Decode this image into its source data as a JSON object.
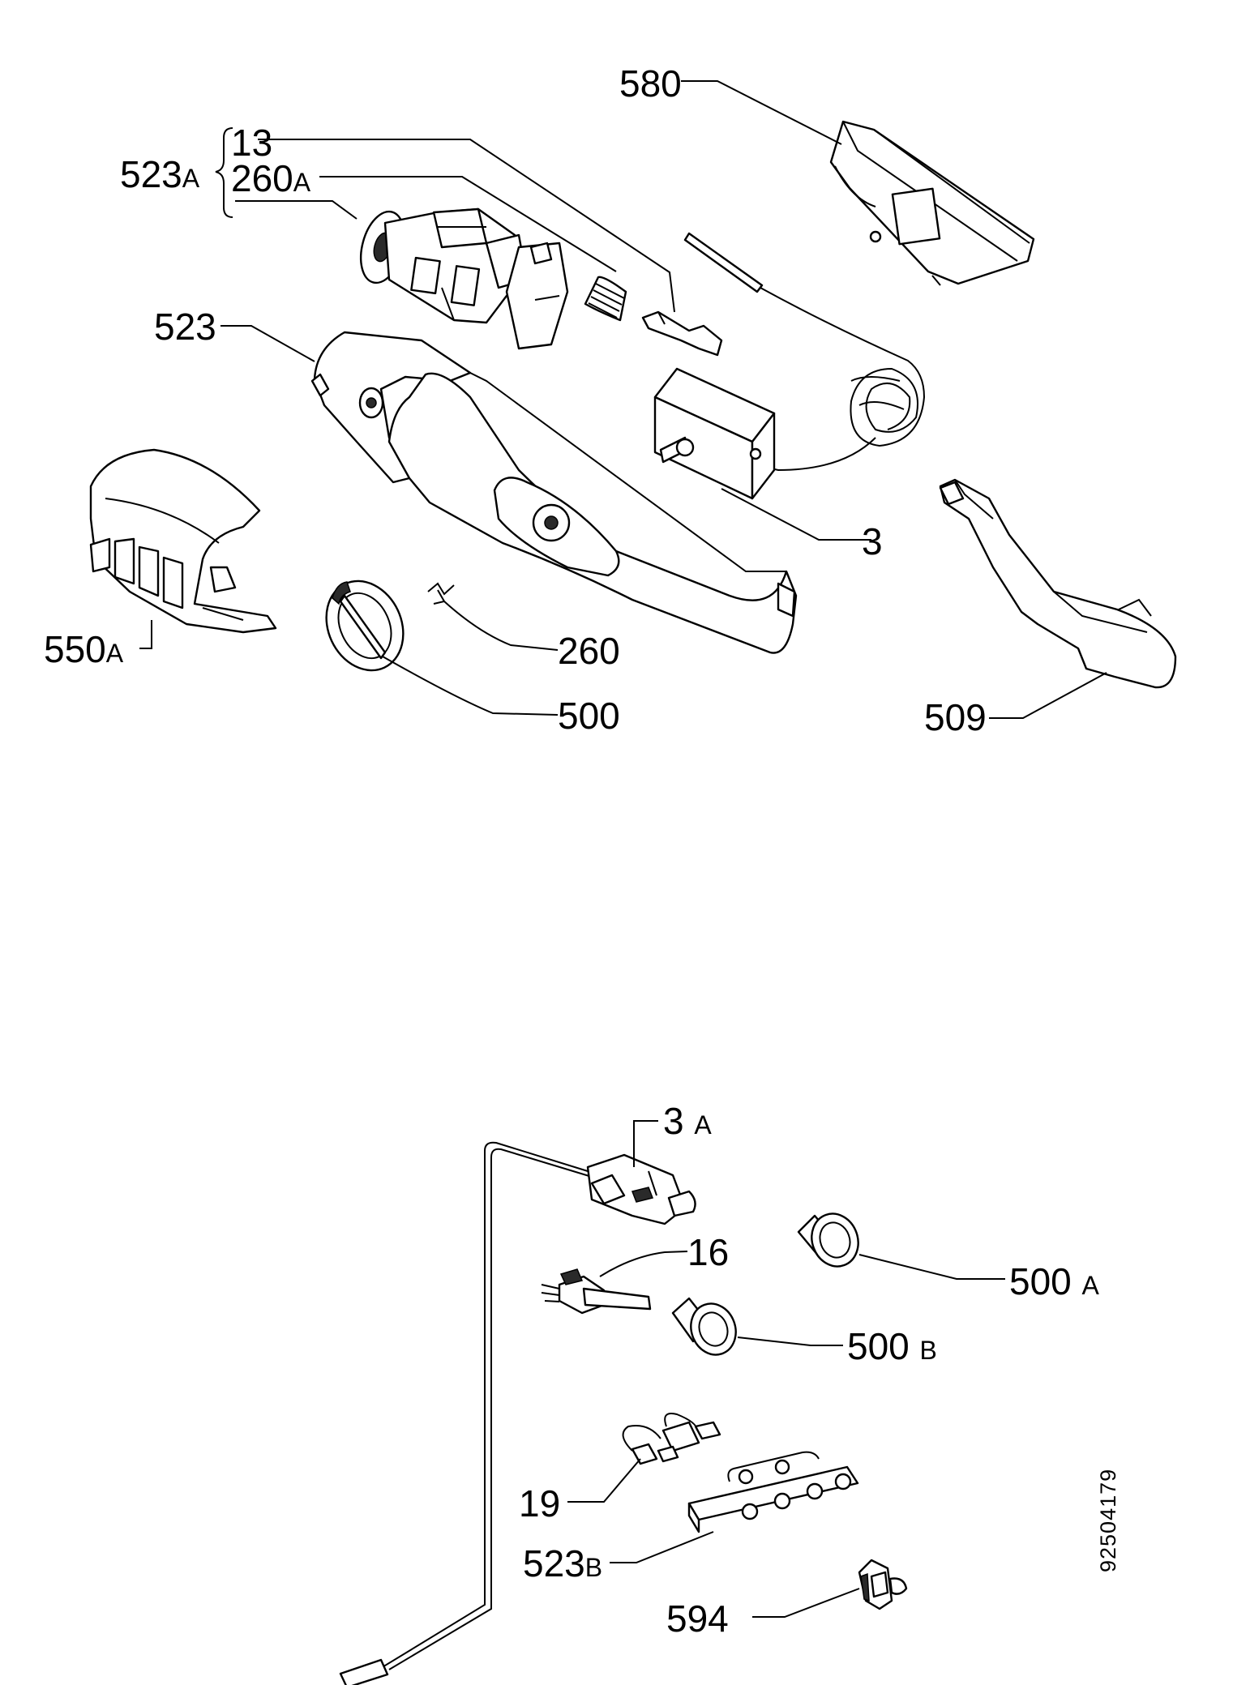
{
  "top_diagram": {
    "labels": {
      "l580": "580",
      "l523a": "523",
      "l523a_sub": "A",
      "l13": "13",
      "l260a": "260",
      "l260a_sub": "A",
      "l523": "523",
      "l3": "3",
      "l550a": "550",
      "l550a_sub": "A",
      "l260": "260",
      "l500": "500",
      "l509": "509"
    }
  },
  "bottom_diagram": {
    "labels": {
      "l3a": "3",
      "l3a_sub": "A",
      "l16": "16",
      "l500a": "500",
      "l500a_sub": "A",
      "l500b": "500",
      "l500b_sub": "B",
      "l19": "19",
      "l523b": "523",
      "l523b_sub": "B",
      "l594": "594"
    }
  },
  "document_id": "92504179"
}
